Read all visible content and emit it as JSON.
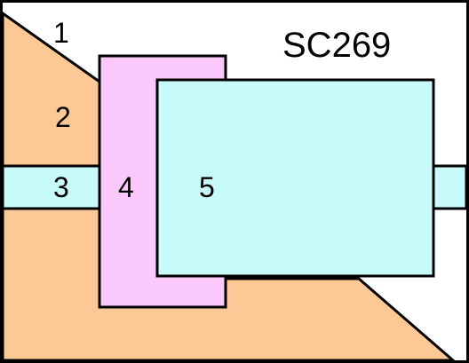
{
  "title": "SC269",
  "regions": [
    {
      "id": "1",
      "label": "1",
      "color": "#ffffff"
    },
    {
      "id": "2",
      "label": "2",
      "color": "#fbc896"
    },
    {
      "id": "3",
      "label": "3",
      "color": "#c8fafa"
    },
    {
      "id": "4",
      "label": "4",
      "color": "#fac8fa"
    },
    {
      "id": "5",
      "label": "5",
      "color": "#c8fafa"
    }
  ],
  "colors": {
    "background": "#ffffff",
    "stroke": "#000000"
  }
}
